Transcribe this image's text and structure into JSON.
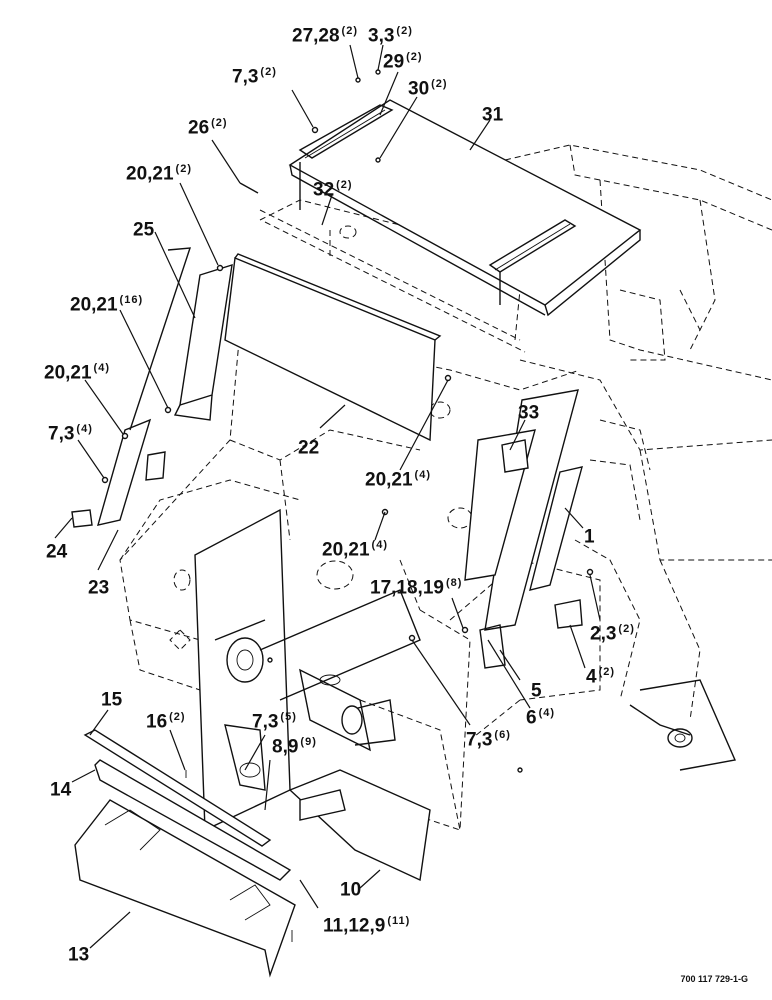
{
  "callouts": [
    {
      "id": "c1",
      "num": "27,28",
      "qty": "(2)"
    },
    {
      "id": "c2",
      "num": "3,3",
      "qty": "(2)"
    },
    {
      "id": "c3",
      "num": "29",
      "qty": "(2)"
    },
    {
      "id": "c4",
      "num": "7,3",
      "qty": "(2)"
    },
    {
      "id": "c5",
      "num": "30",
      "qty": "(2)"
    },
    {
      "id": "c6",
      "num": "31",
      "qty": ""
    },
    {
      "id": "c7",
      "num": "26",
      "qty": "(2)"
    },
    {
      "id": "c8",
      "num": "20,21",
      "qty": "(2)"
    },
    {
      "id": "c9",
      "num": "32",
      "qty": "(2)"
    },
    {
      "id": "c10",
      "num": "25",
      "qty": ""
    },
    {
      "id": "c11",
      "num": "20,21",
      "qty": "(16)"
    },
    {
      "id": "c12",
      "num": "20,21",
      "qty": "(4)"
    },
    {
      "id": "c13",
      "num": "7,3",
      "qty": "(4)"
    },
    {
      "id": "c14",
      "num": "22",
      "qty": ""
    },
    {
      "id": "c15",
      "num": "33",
      "qty": ""
    },
    {
      "id": "c16",
      "num": "20,21",
      "qty": "(4)"
    },
    {
      "id": "c17",
      "num": "1",
      "qty": ""
    },
    {
      "id": "c18",
      "num": "24",
      "qty": ""
    },
    {
      "id": "c19",
      "num": "23",
      "qty": ""
    },
    {
      "id": "c20",
      "num": "20,21",
      "qty": "(4)"
    },
    {
      "id": "c21",
      "num": "17,18,19",
      "qty": "(8)"
    },
    {
      "id": "c22",
      "num": "2,3",
      "qty": "(2)"
    },
    {
      "id": "c23",
      "num": "4",
      "qty": "(2)"
    },
    {
      "id": "c24",
      "num": "5",
      "qty": ""
    },
    {
      "id": "c25",
      "num": "6",
      "qty": "(4)"
    },
    {
      "id": "c26",
      "num": "7,3",
      "qty": "(6)"
    },
    {
      "id": "c27",
      "num": "15",
      "qty": ""
    },
    {
      "id": "c28",
      "num": "16",
      "qty": "(2)"
    },
    {
      "id": "c29",
      "num": "7,3",
      "qty": "(5)"
    },
    {
      "id": "c30",
      "num": "8,9",
      "qty": "(9)"
    },
    {
      "id": "c31",
      "num": "14",
      "qty": ""
    },
    {
      "id": "c32",
      "num": "10",
      "qty": ""
    },
    {
      "id": "c33",
      "num": "11,12,9",
      "qty": "(11)"
    },
    {
      "id": "c34",
      "num": "13",
      "qty": ""
    }
  ],
  "drawing_number": "700 117 729-1-G"
}
